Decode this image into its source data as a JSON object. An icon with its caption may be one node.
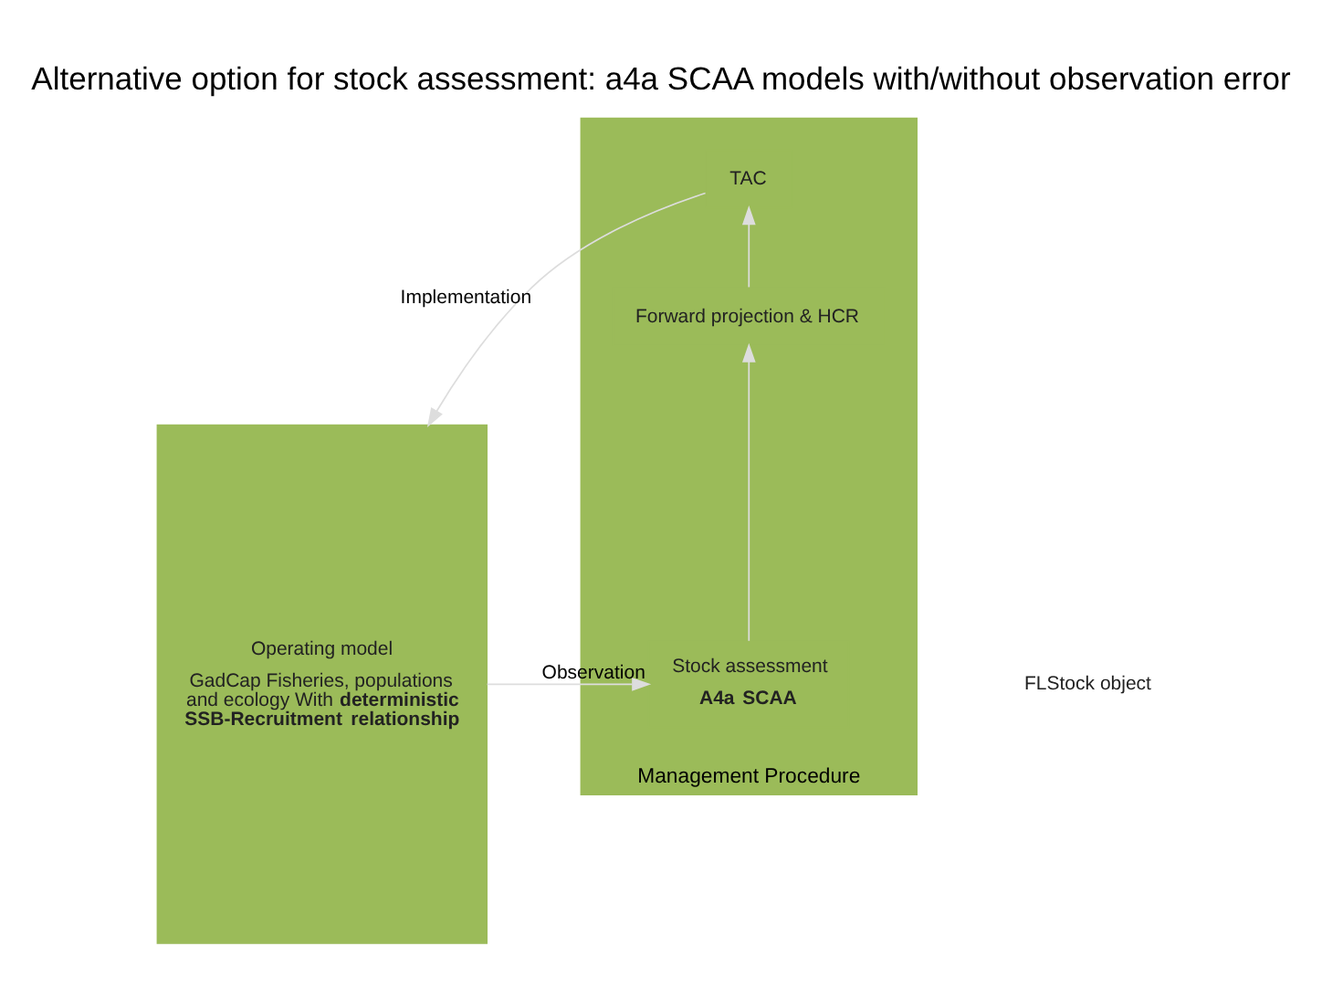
{
  "diagram": {
    "title": "Alternative option for stock assessment: a4a SCAA models with/without observation error",
    "nodes": [
      {
        "text": [
          "Operating model",
          "GadCap Fisheries, populations and ecology With **deterministic SSB-Recruitment relationship**"
        ]
      },
      {
        "text": [
          "Management Procedure"
        ]
      },
      {
        "text": [
          "TAC"
        ],
        "in": 1
      },
      {
        "text": [
          "Forward projection & HCR"
        ],
        "in": 1
      },
      {
        "text": [
          "Stock assessment",
          "**A4a SCAA**"
        ],
        "in": 1
      }
    ],
    "edges": [
      {
        "from": 2,
        "to": 0,
        "arrow": "to",
        "label": "Implementation"
      },
      {
        "from": 0,
        "to": 4,
        "arrow": "to",
        "label": "Observation"
      },
      {
        "from": 4,
        "to": 3,
        "arrow": "to"
      },
      {
        "from": 3,
        "to": 2,
        "arrow": "to"
      }
    ],
    "labels": [
      "FLStock object"
    ]
  }
}
